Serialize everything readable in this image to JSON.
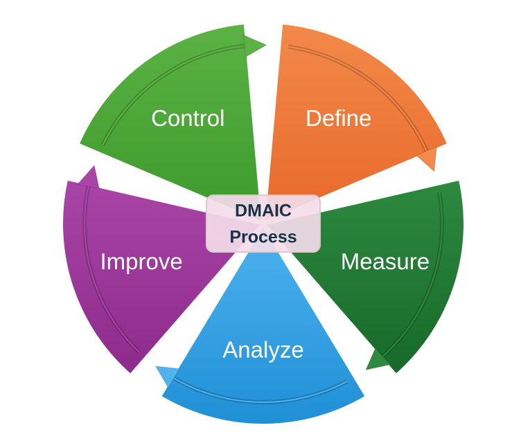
{
  "diagram": {
    "center": {
      "line1": "DMAIC",
      "line2": "Process",
      "fill": "#f3dce9",
      "border": "#e2c6d6"
    },
    "segments": [
      {
        "id": "define",
        "label": "Define",
        "color": "#e8682a",
        "color_light": "#f28a4a"
      },
      {
        "id": "measure",
        "label": "Measure",
        "color": "#17692a",
        "color_light": "#2e8a3f"
      },
      {
        "id": "analyze",
        "label": "Analyze",
        "color": "#1f8fd6",
        "color_light": "#4fb3ee"
      },
      {
        "id": "improve",
        "label": "Improve",
        "color": "#8e2a8c",
        "color_light": "#aa45a8"
      },
      {
        "id": "control",
        "label": "Control",
        "color": "#3c9a2b",
        "color_light": "#5cb245"
      }
    ],
    "arrow_icon": "curved-arrow-icon"
  }
}
